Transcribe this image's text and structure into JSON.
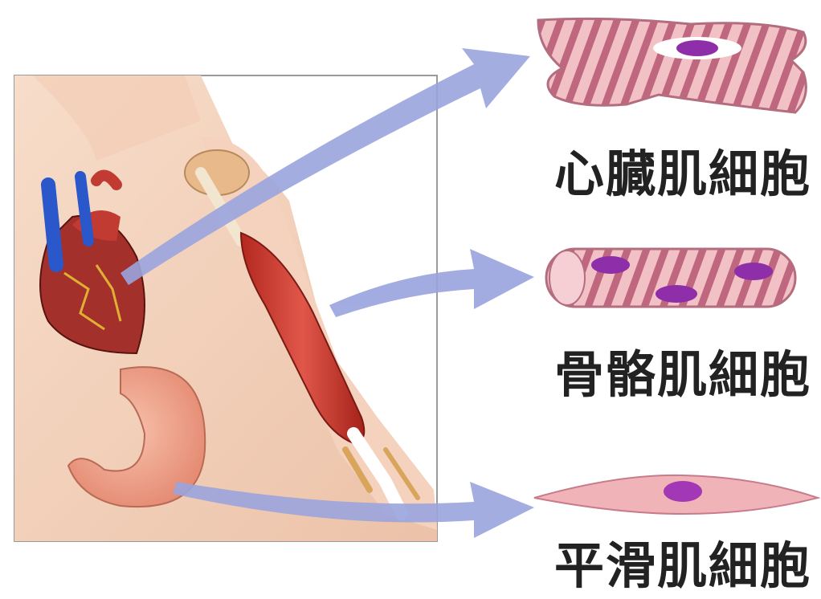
{
  "labels": {
    "cardiac": "心臓肌細胞",
    "skeletal": "骨骼肌細胞",
    "smooth": "平滑肌細胞"
  },
  "colors": {
    "arrow": "#9aa4dd",
    "skin": "#f5d6c2",
    "muscle": "#c7352f",
    "heart": "#a8322c",
    "vessel_blue": "#2a57c9",
    "stomach": "#f0a48a",
    "cell_pink": "#efb3b8",
    "cell_stripe": "#b85a70",
    "nucleus": "#8e2ea8"
  },
  "icons": [
    "heart-illustration",
    "arm-muscle-illustration",
    "stomach-illustration",
    "cardiac-cell-icon",
    "skeletal-cell-icon",
    "smooth-cell-icon"
  ]
}
